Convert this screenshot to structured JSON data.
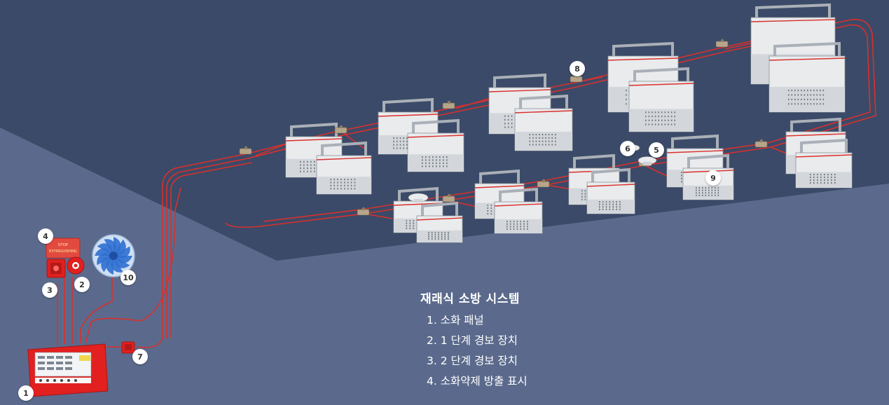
{
  "legend": {
    "title": "재래식 소방 시스템",
    "items": [
      "1. 소화 패널",
      "2. 1 단계 경보 장치",
      "3. 2 단계 경보 장치",
      "4. 소화약제 방출 표시"
    ]
  },
  "sign_text": [
    "STOP",
    "EXTINGUISHING"
  ],
  "callouts": [
    "1",
    "2",
    "3",
    "4",
    "5",
    "6",
    "7",
    "8",
    "9",
    "10"
  ],
  "colors": {
    "ceiling": "#3b4a68",
    "wall": "#5b6a8c",
    "pipe": "#d9302c",
    "panel": "#e1201f",
    "module_body": "#e9ebed",
    "detector_body": "#b7a58a",
    "fan_blue": "#2f6fd0"
  },
  "icons": [
    "fire-panel-icon",
    "siren-icon",
    "manual-call-point-icon",
    "extinguishing-sign-icon",
    "fan-icon",
    "smoke-detector-icon",
    "extinguisher-module-icon",
    "heat-detector-icon"
  ]
}
